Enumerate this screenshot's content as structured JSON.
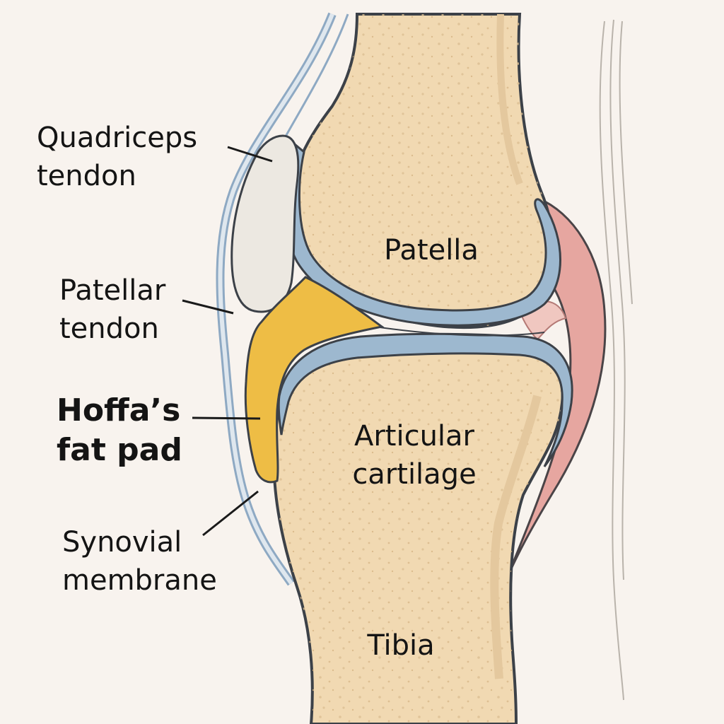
{
  "labels": {
    "quadriceps_tendon": [
      "Quadriceps",
      "tendon"
    ],
    "patellar_tendon": [
      "Patellar",
      "tendon"
    ],
    "hoffas_fat_pad": [
      "Hoffa’s",
      "fat pad"
    ],
    "synovial_membrane": [
      "Synovial",
      "membrane"
    ],
    "patella": "Patella",
    "articular_cartilage": [
      "Articular",
      "cartilage"
    ],
    "tibia": "Tibia"
  },
  "colors": {
    "background": "#f8f3ee",
    "bone": "#f1d9b2",
    "cartilage": "#9db8cf",
    "fat_pad": "#eebd45",
    "synovium": "#e6a6a0",
    "tendon": "#ece8e1",
    "outline": "#3c4148"
  }
}
